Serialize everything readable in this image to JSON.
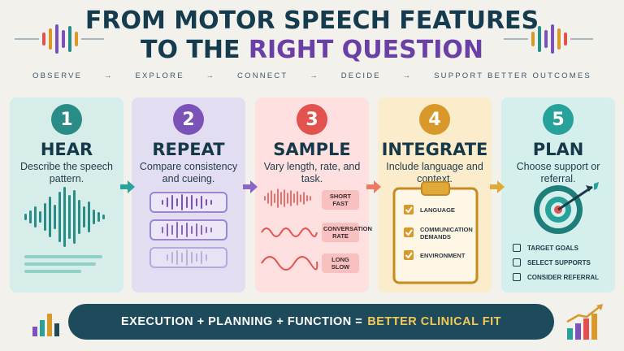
{
  "title": {
    "line1": "FROM MOTOR SPEECH FEATURES",
    "line2_prefix": "TO THE ",
    "line2_highlight": "RIGHT QUESTION"
  },
  "tagline": [
    "OBSERVE",
    "→",
    "EXPLORE",
    "→",
    "CONNECT",
    "→",
    "DECIDE",
    "→",
    "SUPPORT BETTER OUTCOMES"
  ],
  "steps": [
    {
      "number": "1",
      "heading": "HEAR",
      "description": "Describe the speech pattern."
    },
    {
      "number": "2",
      "heading": "REPEAT",
      "description": "Compare consistency and cueing."
    },
    {
      "number": "3",
      "heading": "SAMPLE",
      "description": "Vary length, rate, and task.",
      "chips": [
        "SHORT FAST",
        "CONVERSATION RATE",
        "LONG SLOW"
      ]
    },
    {
      "number": "4",
      "heading": "INTEGRATE",
      "description": "Include language and context.",
      "checklist": [
        "LANGUAGE",
        "COMMUNICATION DEMANDS",
        "ENVIRONMENT"
      ]
    },
    {
      "number": "5",
      "heading": "PLAN",
      "description": "Choose support or referral.",
      "options": [
        "TARGET GOALS",
        "SELECT SUPPORTS",
        "CONSIDER REFERRAL"
      ]
    }
  ],
  "banner": {
    "main": "EXECUTION + PLANNING + FUNCTION =",
    "highlight": "BETTER CLINICAL FIT"
  },
  "colors": {
    "navy": "#143c4e",
    "purple": "#6a3fa6",
    "teal": "#2a8c86",
    "red": "#e2534f",
    "gold": "#d8992a",
    "banner_bg": "#1d4b5c",
    "banner_highlight": "#f3c95a"
  },
  "icons": [
    "sound-wave-icon",
    "target-icon",
    "clipboard-icon",
    "bar-chart-icon",
    "growth-chart-icon"
  ]
}
